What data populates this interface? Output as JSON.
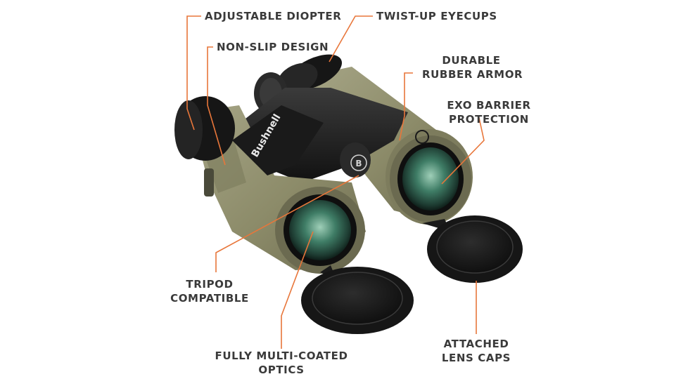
{
  "colors": {
    "background": "#ffffff",
    "label_text": "#3a3a3a",
    "leader_line": "#e8763a",
    "body_green": "#8f8f6d",
    "armor_black": "#1e1e1e"
  },
  "labels": {
    "adjustable_diopter": "ADJUSTABLE DIOPTER",
    "twist_up_eyecups": "TWIST-UP EYECUPS",
    "non_slip_design": "NON-SLIP DESIGN",
    "durable_rubber_armor": [
      "DURABLE",
      "RUBBER ARMOR"
    ],
    "exo_barrier_protection": [
      "EXO BARRIER",
      "PROTECTION"
    ],
    "tripod_compatible": [
      "TRIPOD",
      "COMPATIBLE"
    ],
    "fully_multi_coated_optics": [
      "FULLY MULTI-COATED",
      "OPTICS"
    ],
    "attached_lens_caps": [
      "ATTACHED",
      "LENS CAPS"
    ]
  },
  "product": {
    "brand_mark": "Bushnell",
    "logo_letter": "B"
  }
}
